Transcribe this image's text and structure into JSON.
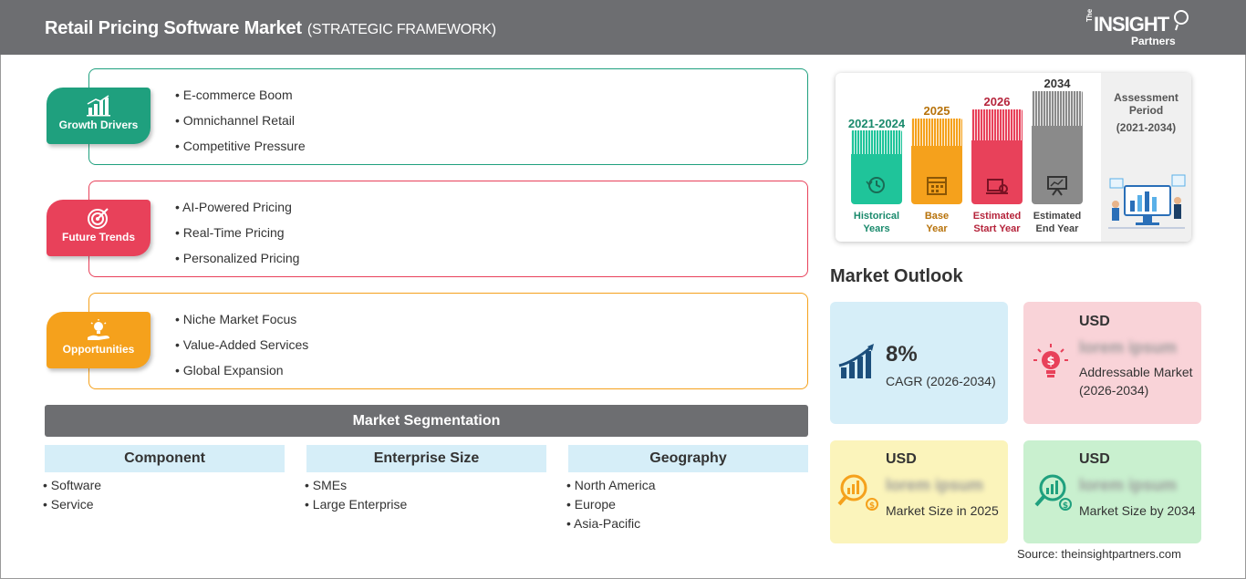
{
  "header": {
    "title": "Retail Pricing Software Market",
    "subtitle": "(STRATEGIC FRAMEWORK)",
    "logo_the": "The",
    "logo_main": "INSIGHT",
    "logo_sub": "Partners"
  },
  "framework": [
    {
      "label": "Growth Drivers",
      "icon": "bar-chart-icon",
      "color": "#1fa07e",
      "items": [
        "E-commerce Boom",
        "Omnichannel Retail",
        "Competitive Pressure"
      ]
    },
    {
      "label": "Future Trends",
      "icon": "target-icon",
      "color": "#e8415a",
      "items": [
        "AI-Powered Pricing",
        "Real-Time Pricing",
        "Personalized Pricing"
      ]
    },
    {
      "label": "Opportunities",
      "icon": "lightbulb-hand-icon",
      "color": "#f5a11c",
      "items": [
        "Niche Market Focus",
        "Value-Added Services",
        "Global Expansion"
      ]
    }
  ],
  "segmentation": {
    "title": "Market Segmentation",
    "columns": [
      {
        "heading": "Component",
        "items": [
          "Software",
          "Service"
        ]
      },
      {
        "heading": "Enterprise Size",
        "items": [
          "SMEs",
          "Large Enterprise"
        ]
      },
      {
        "heading": "Geography",
        "items": [
          "North America",
          "Europe",
          "Asia-Pacific"
        ]
      }
    ]
  },
  "timeline": {
    "periods": [
      {
        "year": "2021-2024",
        "caption_1": "Historical",
        "caption_2": "Years",
        "color": "#1fc49a",
        "text_color": "#1a8a6c",
        "icon": "history-icon"
      },
      {
        "year": "2025",
        "caption_1": "Base",
        "caption_2": "Year",
        "color": "#f5a11c",
        "text_color": "#b7720a",
        "icon": "calendar-icon"
      },
      {
        "year": "2026",
        "caption_1": "Estimated",
        "caption_2": "Start Year",
        "color": "#e8415a",
        "text_color": "#b5243b",
        "icon": "projector-icon"
      },
      {
        "year": "2034",
        "caption_1": "Estimated",
        "caption_2": "End Year",
        "color": "#8a8a8a",
        "text_color": "#444444",
        "icon": "presentation-icon"
      }
    ],
    "assessment_label": "Assessment Period",
    "assessment_range": "(2021-2034)"
  },
  "outlook": {
    "title": "Market Outlook",
    "cagr_value": "8%",
    "cagr_label": "CAGR (2026-2034)",
    "addressable_currency": "USD",
    "addressable_value": "lorem ipsum",
    "addressable_label": "Addressable Market (2026-2034)",
    "size2025_currency": "USD",
    "size2025_value": "lorem ipsum",
    "size2025_label": "Market Size in 2025",
    "size2034_currency": "USD",
    "size2034_value": "lorem ipsum",
    "size2034_label": "Market Size by 2034",
    "colors": {
      "cagr": "#d6eef8",
      "addressable": "#f9d3d8",
      "size2025": "#fbf4bb",
      "size2034": "#c9f0cf"
    }
  },
  "source": "Source: theinsightpartners.com"
}
